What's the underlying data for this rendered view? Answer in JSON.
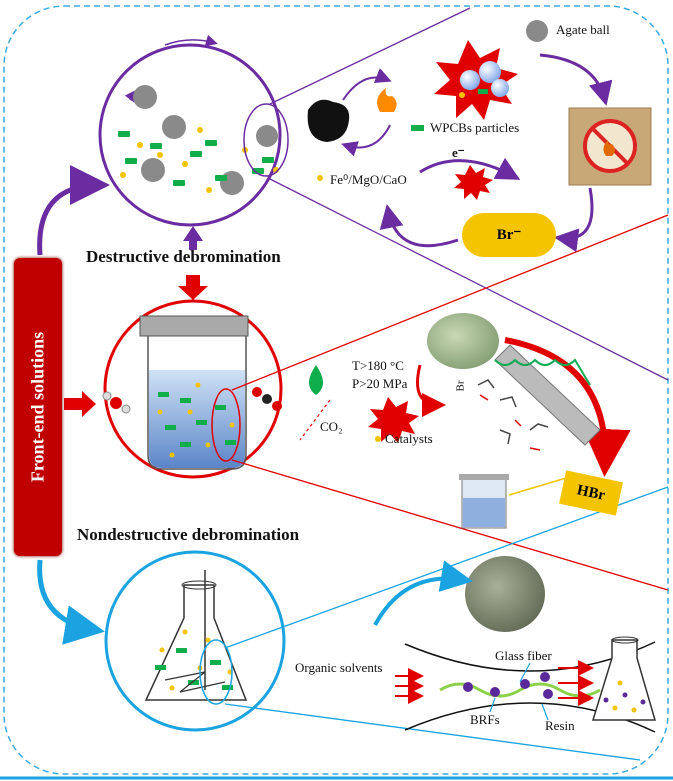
{
  "side_banner": {
    "label": "Front-end solutions"
  },
  "destructive": {
    "title": "Destructive debromination",
    "agate_ball": "Agate ball",
    "wpcbs_particles": "WPCBs particles",
    "catalyst": "Fe⁰/MgO/CaO",
    "electron": "e⁻",
    "bromide": "Br⁻"
  },
  "supercritical": {
    "temperature": "T>180 °C",
    "pressure": "P>20 MPa",
    "co2": "CO₂",
    "catalysts": "Catalysts",
    "hbr": "HBr",
    "br_mark": "Br"
  },
  "nondestructive": {
    "title": "Nondestructive debromination",
    "organic_solvents": "Organic solvents",
    "glass_fiber": "Glass fiber",
    "brfs": "BRFs",
    "resin": "Resin"
  },
  "colors": {
    "purple": "#6a2ca0",
    "red": "#e00000",
    "blue": "#1aa3e0",
    "green": "#0fae4b",
    "yellow": "#f5c400",
    "dark_red": "#c00000"
  }
}
